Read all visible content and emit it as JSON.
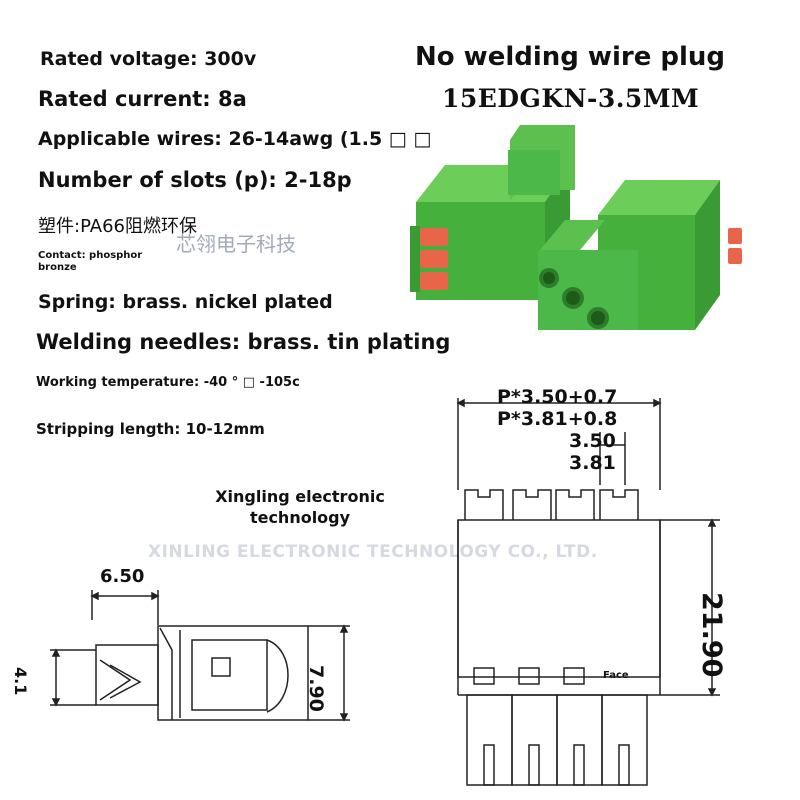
{
  "specs": {
    "rated_voltage": "Rated voltage: 300v",
    "rated_current": "Rated current: 8a",
    "applicable_wires": "Applicable wires: 26-14awg (1.5 □ □",
    "number_of_slots": "Number of slots (p): 2-18p",
    "plastic_cn": "塑件:PA66阻燃环保",
    "contact": "Contact: phosphor bronze",
    "spring": "Spring: brass. nickel plated",
    "welding_needles": "Welding needles: brass. tin plating",
    "working_temperature": "Working temperature: -40 ° □ -105c",
    "stripping_length": "Stripping length: 10-12mm"
  },
  "title": {
    "line1": "No welding wire plug",
    "line2": "15EDGKN-3.5MM"
  },
  "watermark": {
    "cn": "芯翎电子科技",
    "en": "XINLING ELECTRONIC TECHNOLOGY CO., LTD."
  },
  "company": "Xingling electronic technology",
  "dimensions": {
    "side_width": "6.50",
    "side_height": "7.90",
    "side_small": "4.1",
    "pitch_1": "P*3.50+0.7",
    "pitch_2": "P*3.81+0.8",
    "pitch_3": "3.50",
    "pitch_4": "3.81",
    "total_height": "21.90",
    "face_label": "Face"
  },
  "colors": {
    "body_green": "#4cb84a",
    "lever_orange": "#e8654a",
    "line": "#222222"
  }
}
